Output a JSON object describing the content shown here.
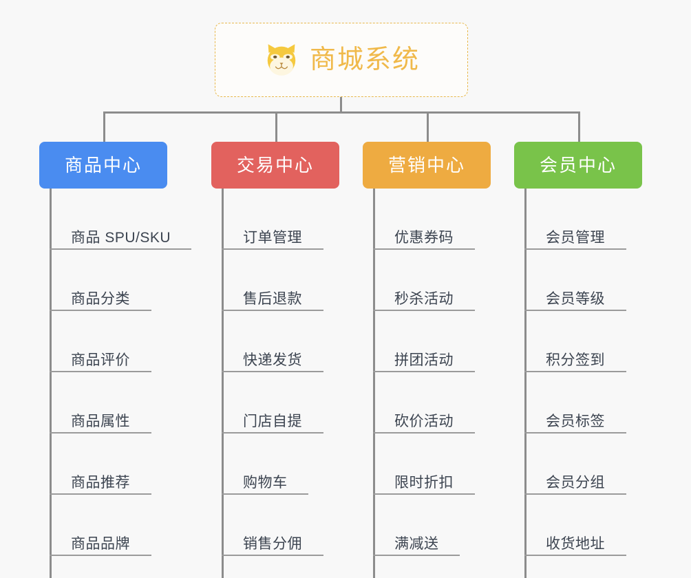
{
  "root": {
    "title": "商城系统",
    "icon": "shiba-dog-emoji",
    "border_color": "#e8b84b",
    "text_color": "#f0b94a"
  },
  "line_color": "#8c8c8c",
  "background": "#f8f8f8",
  "branches": [
    {
      "label": "商品中心",
      "color": "#4a8cf0",
      "items": [
        "商品 SPU/SKU",
        "商品分类",
        "商品评价",
        "商品属性",
        "商品推荐",
        "商品品牌"
      ]
    },
    {
      "label": "交易中心",
      "color": "#e2625e",
      "items": [
        "订单管理",
        "售后退款",
        "快递发货",
        "门店自提",
        "购物车",
        "销售分佣"
      ]
    },
    {
      "label": "营销中心",
      "color": "#eeab41",
      "items": [
        "优惠券码",
        "秒杀活动",
        "拼团活动",
        "砍价活动",
        "限时折扣",
        "满减送"
      ]
    },
    {
      "label": "会员中心",
      "color": "#79c34a",
      "items": [
        "会员管理",
        "会员等级",
        "积分签到",
        "会员标签",
        "会员分组",
        "收货地址"
      ]
    }
  ]
}
